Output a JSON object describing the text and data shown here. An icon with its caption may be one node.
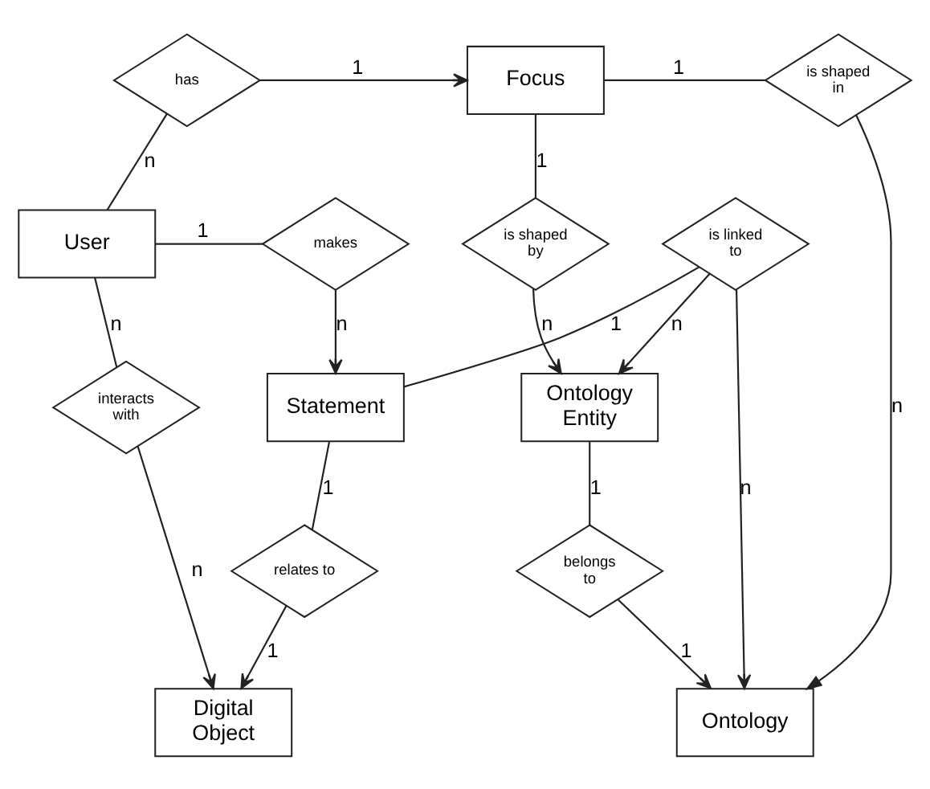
{
  "diagram": {
    "nodes": [
      {
        "text": [
          "Focus"
        ]
      },
      {
        "text": [
          "is shaped in"
        ]
      },
      {
        "text": [
          "has"
        ]
      },
      {
        "text": [
          "is shaped by"
        ]
      },
      {
        "text": [
          "User"
        ]
      },
      {
        "text": [
          "makes"
        ]
      },
      {
        "text": [
          "Ontology Entity"
        ]
      },
      {
        "text": [
          "interacts with"
        ]
      },
      {
        "text": [
          "Statement"
        ]
      },
      {
        "text": [
          "is linked to"
        ]
      },
      {
        "text": [
          "belongs to"
        ]
      },
      {
        "text": [
          "Digital Object"
        ]
      },
      {
        "text": [
          "relates to"
        ]
      },
      {
        "text": [
          "Ontology"
        ]
      }
    ],
    "edges": [
      {
        "from": 2,
        "to": 4,
        "arrow": "none",
        "label": "n"
      },
      {
        "from": 2,
        "to": 0,
        "arrow": "to",
        "label": "1"
      },
      {
        "from": 0,
        "to": 1,
        "arrow": "none",
        "label": "1"
      },
      {
        "from": 1,
        "to": 13,
        "arrow": "to",
        "label": "n"
      },
      {
        "from": 0,
        "to": 3,
        "arrow": "none",
        "label": "1"
      },
      {
        "from": 3,
        "to": 6,
        "arrow": "to",
        "label": "n"
      },
      {
        "from": 4,
        "to": 5,
        "arrow": "none",
        "label": "1"
      },
      {
        "from": 5,
        "to": 8,
        "arrow": "to",
        "label": "n"
      },
      {
        "from": 4,
        "to": 7,
        "arrow": "none",
        "label": "n"
      },
      {
        "from": 7,
        "to": 11,
        "arrow": "to",
        "label": "n"
      },
      {
        "from": 9,
        "to": 8,
        "arrow": "none",
        "label": "1"
      },
      {
        "from": 9,
        "to": 6,
        "arrow": "to",
        "label": "n"
      },
      {
        "from": 9,
        "to": 13,
        "arrow": "to",
        "label": "n"
      },
      {
        "from": 6,
        "to": 10,
        "arrow": "none",
        "label": "1"
      },
      {
        "from": 10,
        "to": 13,
        "arrow": "to",
        "label": "1"
      },
      {
        "from": 8,
        "to": 12,
        "arrow": "none",
        "label": "1"
      },
      {
        "from": 12,
        "to": 11,
        "arrow": "to",
        "label": "1"
      }
    ]
  }
}
